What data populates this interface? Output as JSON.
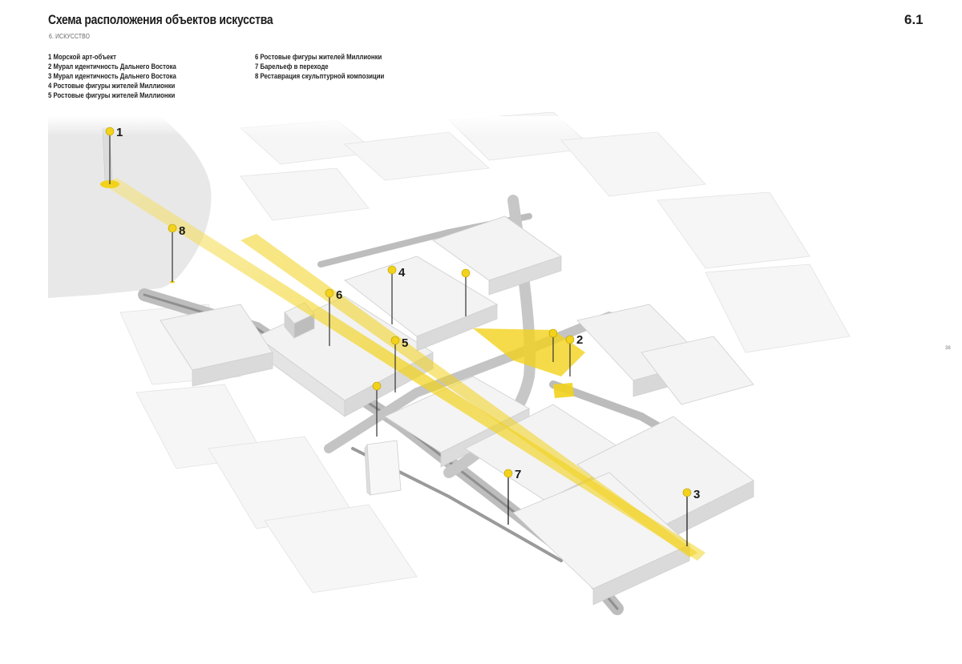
{
  "header": {
    "title": "Схема расположения объектов искусства",
    "subtitle": "6. ИСКУССТВО",
    "page_number": "6.1",
    "side_number": "38"
  },
  "legend": {
    "column1": [
      "1 Морской арт-объект",
      "2 Мурал идентичность Дальнего Востока",
      "3 Мурал идентичность Дальнего Востока",
      "4 Ростовые фигуры жителей Миллионки",
      "5 Ростовые фигуры жителей Миллионки"
    ],
    "column2": [
      "6 Ростовые фигуры жителей Миллионки",
      "7 Барельеф в переходе",
      "8 Реставрация скульптурной композиции"
    ]
  },
  "markers": [
    {
      "label": "1"
    },
    {
      "label": "8"
    },
    {
      "label": "4"
    },
    {
      "label": "6"
    },
    {
      "label": "5"
    },
    {
      "label": "2"
    },
    {
      "label": "7"
    },
    {
      "label": "3"
    },
    {
      "label": ""
    },
    {
      "label": ""
    },
    {
      "label": ""
    }
  ],
  "colors": {
    "accent": "#f2d21b",
    "accent_light": "#f7e88a",
    "water": "#e9e9e9",
    "road": "#8c8c8c",
    "building": "#f4f4f4",
    "building_edge": "#cfcfcf"
  }
}
